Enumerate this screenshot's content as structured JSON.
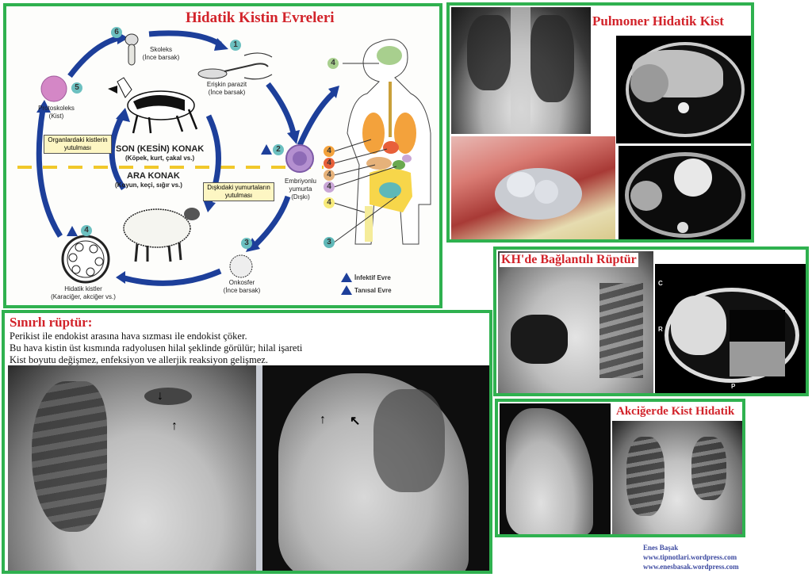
{
  "lifecycle_panel": {
    "title": "Hidatik Kistin Evreleri",
    "stages": [
      {
        "number": "1",
        "label": "Erişkin parazit",
        "sublabel": "(İnce barsak)"
      },
      {
        "number": "2",
        "label": "Embriyonlu yumurta",
        "sublabel": "(Dışkı)"
      },
      {
        "number": "3",
        "label": "Onkosfer",
        "sublabel": "(İnce barsak)"
      },
      {
        "number": "4",
        "label": "Hidatik kistler",
        "sublabel": "(Karaciğer, akciğer vs.)"
      },
      {
        "number": "5",
        "label": "Protoskoleks",
        "sublabel": "(Kist)"
      },
      {
        "number": "6",
        "label": "Skoleks",
        "sublabel": "(İnce barsak)"
      }
    ],
    "definitive_host": {
      "title": "SON (KESİN) KONAK",
      "examples": "(Köpek, kurt, çakal vs.)"
    },
    "intermediate_host": {
      "title": "ARA KONAK",
      "examples": "(Koyun, keçi, sığır vs.)"
    },
    "notes": {
      "organ_cysts": "Organlardaki kistlerin yutulması",
      "fecal_eggs": "Dışkıdaki yumurtaların yutulması"
    },
    "organ_markers": [
      "4",
      "4",
      "4",
      "4",
      "4",
      "4",
      "3"
    ],
    "organ_colors": [
      "#a8cf8e",
      "#f3a23c",
      "#e8603a",
      "#e6b27a",
      "#c9a6d6",
      "#f7ea7a",
      "#5fb8b8"
    ],
    "legend": {
      "infective": {
        "symbol": "i",
        "label": "İnfektif Evre"
      },
      "diagnostic": {
        "symbol": "t",
        "label": "Tanısal Evre"
      }
    }
  },
  "pulmonary_panel": {
    "title": "Pulmoner Hidatik Kist"
  },
  "rupture_panel": {
    "title": "Sınırlı rüptür:",
    "lines": [
      "Perikist ile endokist arasına hava sızması ile endokist çöker.",
      "Bu hava kistin üst kısmında radyolusen hilal şeklinde görülür; hilal işareti",
      "Kist boyutu değişmez, enfeksiyon ve allerjik reaksiyon gelişmez."
    ]
  },
  "bronchial_panel": {
    "title": "KH'de Bağlantılı Rüptür",
    "ct_labels": {
      "left": "R",
      "top": "C",
      "bottom": "P"
    }
  },
  "lung_panel": {
    "title": "Akciğerde Kist Hidatik"
  },
  "credits": {
    "author": "Enes Başak",
    "site1": "www.tipnotlari.wordpress.com",
    "site2": "www.enesbasak.wordpress.com"
  },
  "colors": {
    "panel_border": "#2fb14f",
    "title_red": "#d2232a",
    "arrow_blue": "#1d3f9a",
    "credit_blue": "#3d4aa0"
  }
}
